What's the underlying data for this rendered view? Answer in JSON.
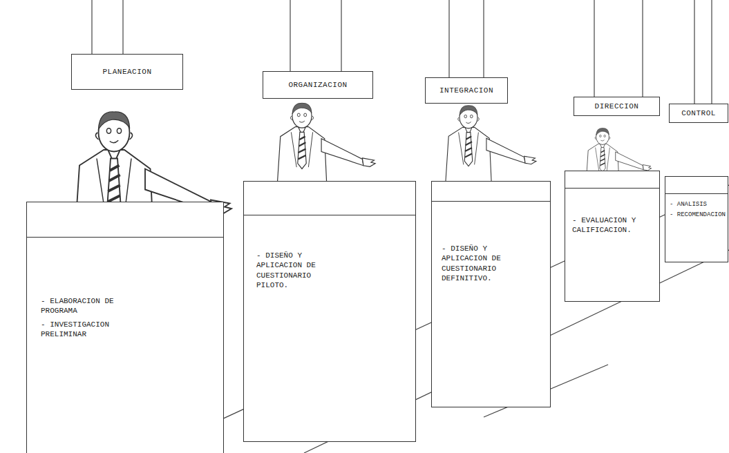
{
  "diagram": {
    "nodes": [
      {
        "text": [
          "PLANEACION"
        ]
      },
      {
        "text": [
          "- ELABORACION DE PROGRAMA",
          "- INVESTIGACION PRELIMINAR"
        ]
      },
      {
        "text": [
          "ORGANIZACION"
        ]
      },
      {
        "text": [
          "- DISEÑO Y APLICACION DE CUESTIONARIO PILOTO."
        ]
      },
      {
        "text": [
          "INTEGRACION"
        ]
      },
      {
        "text": [
          "- DISEÑO Y APLICACION DE CUESTIONARIO DEFINITIVO."
        ]
      },
      {
        "text": [
          "DIRECCION"
        ]
      },
      {
        "text": [
          "- EVALUACION Y CALIFICACION."
        ]
      },
      {
        "text": [
          "CONTROL"
        ]
      },
      {
        "text": [
          "- ANALISIS",
          "- RECOMENDACION"
        ]
      }
    ]
  }
}
